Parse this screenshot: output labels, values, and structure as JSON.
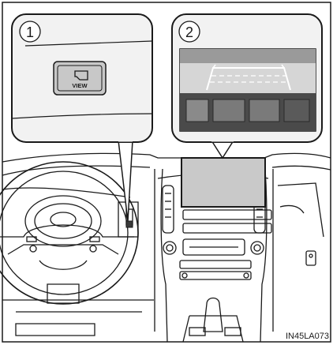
{
  "callouts": {
    "one": {
      "number": "1",
      "button_label": "VIEW"
    },
    "two": {
      "number": "2"
    }
  },
  "figure_code": "IN45LA073",
  "colors": {
    "line": "#1a1a1a",
    "panel_fill": "#f2f2f2",
    "button_fill": "#c8c8c8",
    "screen_fill": "#c9c9c9",
    "dark_fill": "#3a3a3a"
  }
}
